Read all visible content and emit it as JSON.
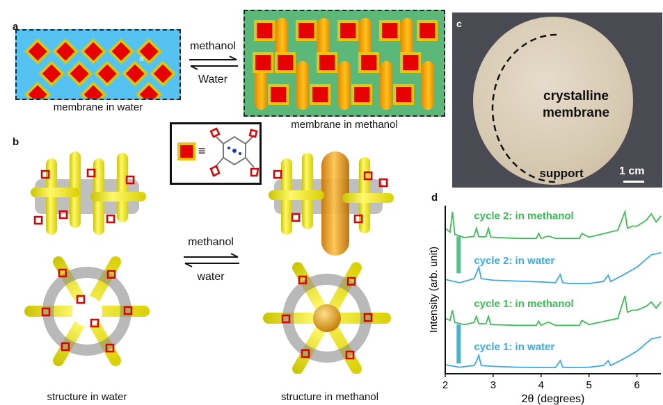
{
  "panel_labels": {
    "a": "a",
    "b": "b",
    "c": "c",
    "d": "d"
  },
  "panel_a": {
    "arrow_top": "methanol",
    "arrow_bottom": "Water",
    "caption_left": "membrane in water",
    "caption_right": "membrane in methanol",
    "unit_label": "a",
    "colors": {
      "water_bg": "#56c2f2",
      "methanol_bg": "#5cb878",
      "square": "#e60000",
      "pillar": "#ffb000"
    }
  },
  "panel_b": {
    "arrow_top": "methanol",
    "arrow_bottom": "water",
    "caption_left": "structure in water",
    "caption_right": "structure in methanol",
    "inset_symbol": "≡"
  },
  "panel_c": {
    "text_line1": "crystalline",
    "text_line2": "membrane",
    "support_label": "support",
    "scale_label": "1 cm"
  },
  "chart_data": {
    "type": "line",
    "xlabel": "2θ (degrees)",
    "ylabel": "Intensity (arb. unit)",
    "xlim": [
      2,
      6.5
    ],
    "xticks": [
      "2",
      "3",
      "4",
      "5",
      "6"
    ],
    "series": [
      {
        "name": "cycle 2: in methanol",
        "color": "#3dbb55",
        "baseline": 3.4,
        "x": [
          2.0,
          2.1,
          2.15,
          2.2,
          2.4,
          2.6,
          2.65,
          2.7,
          2.85,
          2.9,
          2.95,
          3.5,
          3.9,
          3.95,
          4.0,
          4.15,
          4.3,
          4.8,
          4.85,
          5.0,
          5.6,
          5.75,
          5.8,
          5.9,
          6.0,
          6.2,
          6.3,
          6.4,
          6.5
        ],
        "y": [
          3.55,
          3.45,
          3.95,
          3.4,
          3.32,
          3.35,
          3.55,
          3.34,
          3.34,
          3.55,
          3.33,
          3.3,
          3.3,
          3.42,
          3.3,
          3.36,
          3.3,
          3.3,
          3.42,
          3.33,
          3.5,
          3.95,
          3.55,
          3.6,
          3.6,
          3.75,
          3.9,
          3.7,
          3.85
        ]
      },
      {
        "name": "cycle 2: in water",
        "color": "#3aa8e8",
        "baseline": 2.3,
        "x": [
          2.0,
          2.3,
          2.6,
          2.65,
          2.7,
          2.75,
          3.0,
          3.5,
          4.0,
          4.3,
          4.4,
          4.45,
          4.6,
          5.0,
          5.3,
          5.4,
          5.45,
          5.7,
          6.0,
          6.2,
          6.3,
          6.5
        ],
        "y": [
          2.3,
          2.22,
          2.32,
          2.45,
          2.6,
          2.32,
          2.28,
          2.26,
          2.24,
          2.22,
          2.42,
          2.22,
          2.2,
          2.2,
          2.25,
          2.4,
          2.25,
          2.4,
          2.6,
          2.8,
          2.9,
          2.95
        ]
      },
      {
        "name": "cycle 1: in methanol",
        "color": "#3dbb55",
        "baseline": 1.25,
        "x": [
          2.0,
          2.1,
          2.15,
          2.2,
          2.4,
          2.6,
          2.65,
          2.7,
          2.85,
          2.9,
          2.95,
          3.5,
          3.9,
          3.95,
          4.0,
          4.15,
          4.3,
          4.8,
          4.85,
          5.0,
          5.6,
          5.75,
          5.8,
          5.9,
          6.0,
          6.2,
          6.3,
          6.4,
          6.5
        ],
        "y": [
          1.35,
          1.3,
          1.55,
          1.25,
          1.2,
          1.25,
          1.4,
          1.22,
          1.22,
          1.4,
          1.2,
          1.18,
          1.18,
          1.28,
          1.18,
          1.26,
          1.18,
          1.18,
          1.3,
          1.2,
          1.35,
          1.9,
          1.5,
          1.55,
          1.55,
          1.65,
          1.75,
          1.6,
          1.75
        ]
      },
      {
        "name": "cycle 1: in water",
        "color": "#3aa8e8",
        "baseline": 0.2,
        "x": [
          2.0,
          2.3,
          2.6,
          2.65,
          2.7,
          2.75,
          3.0,
          3.5,
          4.0,
          4.3,
          4.4,
          4.45,
          4.6,
          5.0,
          5.3,
          5.4,
          5.45,
          5.7,
          6.0,
          6.2,
          6.3,
          6.5
        ],
        "y": [
          0.22,
          0.16,
          0.2,
          0.3,
          0.45,
          0.2,
          0.18,
          0.16,
          0.15,
          0.15,
          0.32,
          0.16,
          0.15,
          0.16,
          0.2,
          0.32,
          0.2,
          0.35,
          0.55,
          0.75,
          0.85,
          0.9
        ]
      }
    ],
    "grid": false,
    "legend": "inline labels"
  }
}
